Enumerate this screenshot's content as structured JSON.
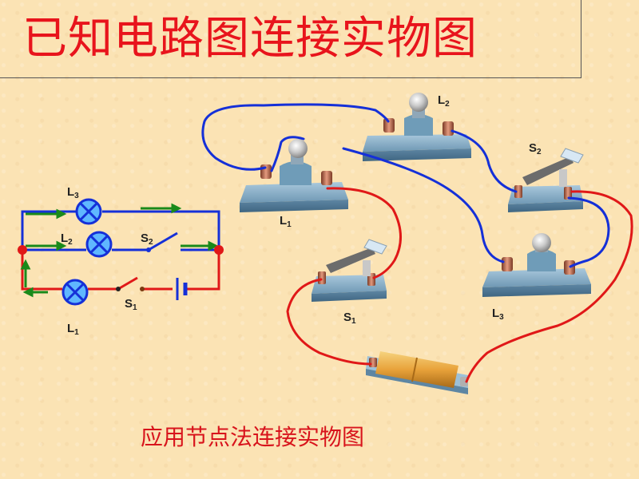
{
  "title": "已知电路图连接实物图",
  "subtitle": "应用节点法连接实物图",
  "schematic": {
    "labels": [
      {
        "main": "L",
        "sub": "3"
      },
      {
        "main": "L",
        "sub": "2"
      },
      {
        "main": "S",
        "sub": "2"
      },
      {
        "main": "S",
        "sub": "1"
      },
      {
        "main": "L",
        "sub": "1"
      }
    ]
  },
  "physical": {
    "labels": [
      {
        "main": "L",
        "sub": "2"
      },
      {
        "main": "S",
        "sub": "2"
      },
      {
        "main": "L",
        "sub": "1"
      },
      {
        "main": "S",
        "sub": "1"
      },
      {
        "main": "L",
        "sub": "3"
      }
    ]
  },
  "colors": {
    "title": "#e8141c",
    "wire_blue": "#1530d8",
    "wire_red": "#e01818",
    "wire_green": "#1a8a1a",
    "node": "#e01818"
  }
}
